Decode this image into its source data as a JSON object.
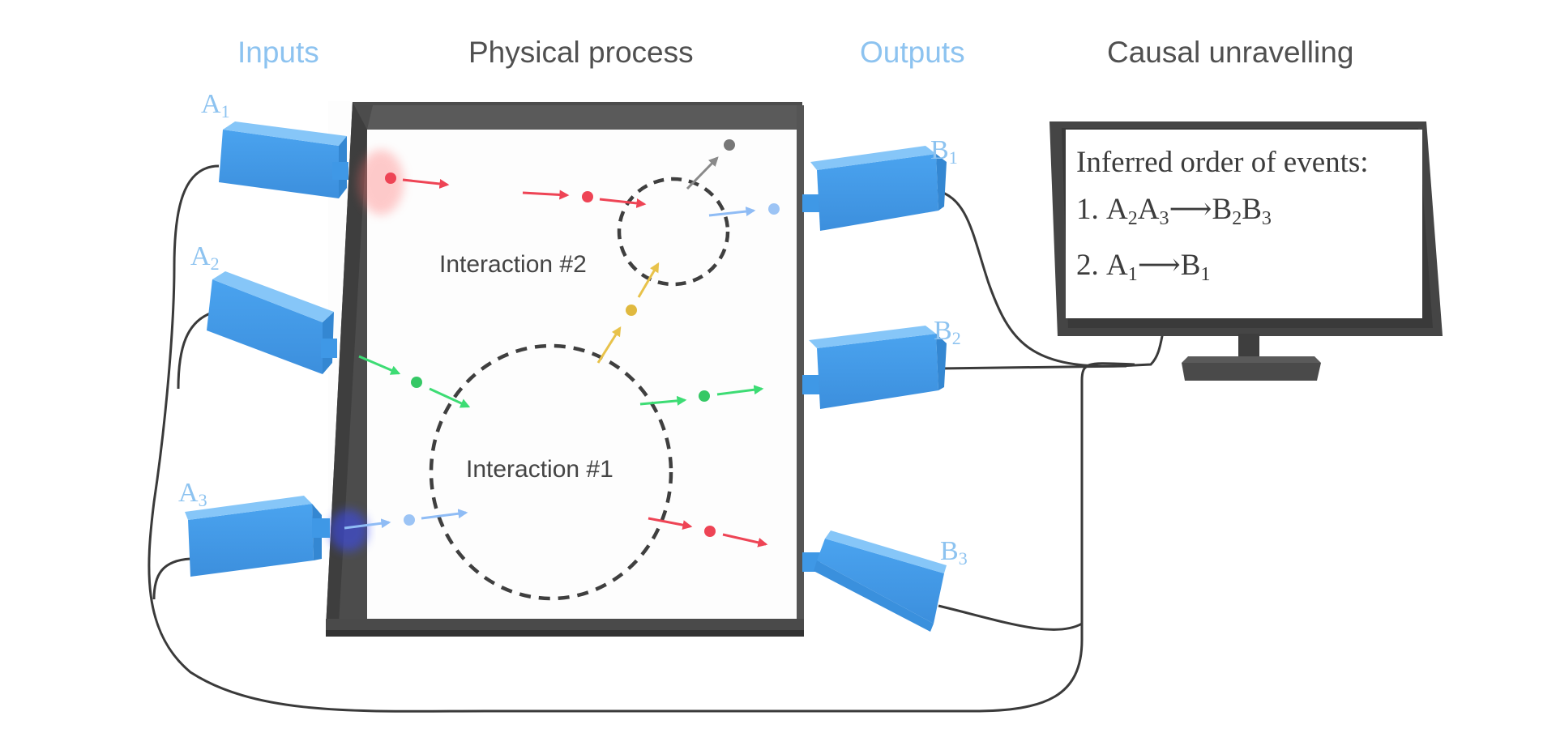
{
  "headers": {
    "inputs": "Inputs",
    "process": "Physical process",
    "outputs": "Outputs",
    "unravelling": "Causal unravelling"
  },
  "inputs": [
    {
      "letter": "A",
      "sub": "1"
    },
    {
      "letter": "A",
      "sub": "2"
    },
    {
      "letter": "A",
      "sub": "3"
    }
  ],
  "outputs": [
    {
      "letter": "B",
      "sub": "1"
    },
    {
      "letter": "B",
      "sub": "2"
    },
    {
      "letter": "B",
      "sub": "3"
    }
  ],
  "interactions": {
    "first": "Interaction #1",
    "second": "Interaction #2"
  },
  "monitor": {
    "title": "Inferred order of events:",
    "line1_num": "1.",
    "line1_a": "A",
    "line1_a_sub1": "2",
    "line1_b": "A",
    "line1_b_sub": "3",
    "line1_arrow": "⟶",
    "line1_c": "B",
    "line1_c_sub": "2",
    "line1_d": "B",
    "line1_d_sub": "3",
    "line2_num": "2.",
    "line2_a": "A",
    "line2_a_sub": "1",
    "line2_arrow": "⟶",
    "line2_b": "B",
    "line2_b_sub": "1"
  },
  "colors": {
    "box_blue": "#4aa3ef",
    "label_blue": "#8dc3f0",
    "frame": "#4a4a4a",
    "red": "#ee4455",
    "green": "#3ddc74",
    "yellow": "#e8c24a",
    "light_blue": "#8fbcf5",
    "gray": "#8a8a8a"
  }
}
